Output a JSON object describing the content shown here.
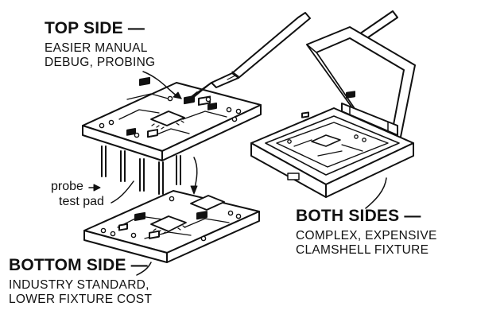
{
  "top_side": {
    "title": "TOP SIDE —",
    "desc_lines": [
      "EASIER MANUAL",
      "DEBUG, PROBING"
    ]
  },
  "both_sides": {
    "title": "BOTH SIDES —",
    "desc_lines": [
      "COMPLEX, EXPENSIVE",
      "CLAMSHELL FIXTURE"
    ]
  },
  "bottom_side": {
    "title": "BOTTOM SIDE —",
    "desc_lines": [
      "INDUSTRY STANDARD,",
      "LOWER FIXTURE COST"
    ]
  },
  "probe_label_lines": [
    "probe",
    "test pad"
  ],
  "colors": {
    "ink": "#111111",
    "board": "#ffffff"
  }
}
